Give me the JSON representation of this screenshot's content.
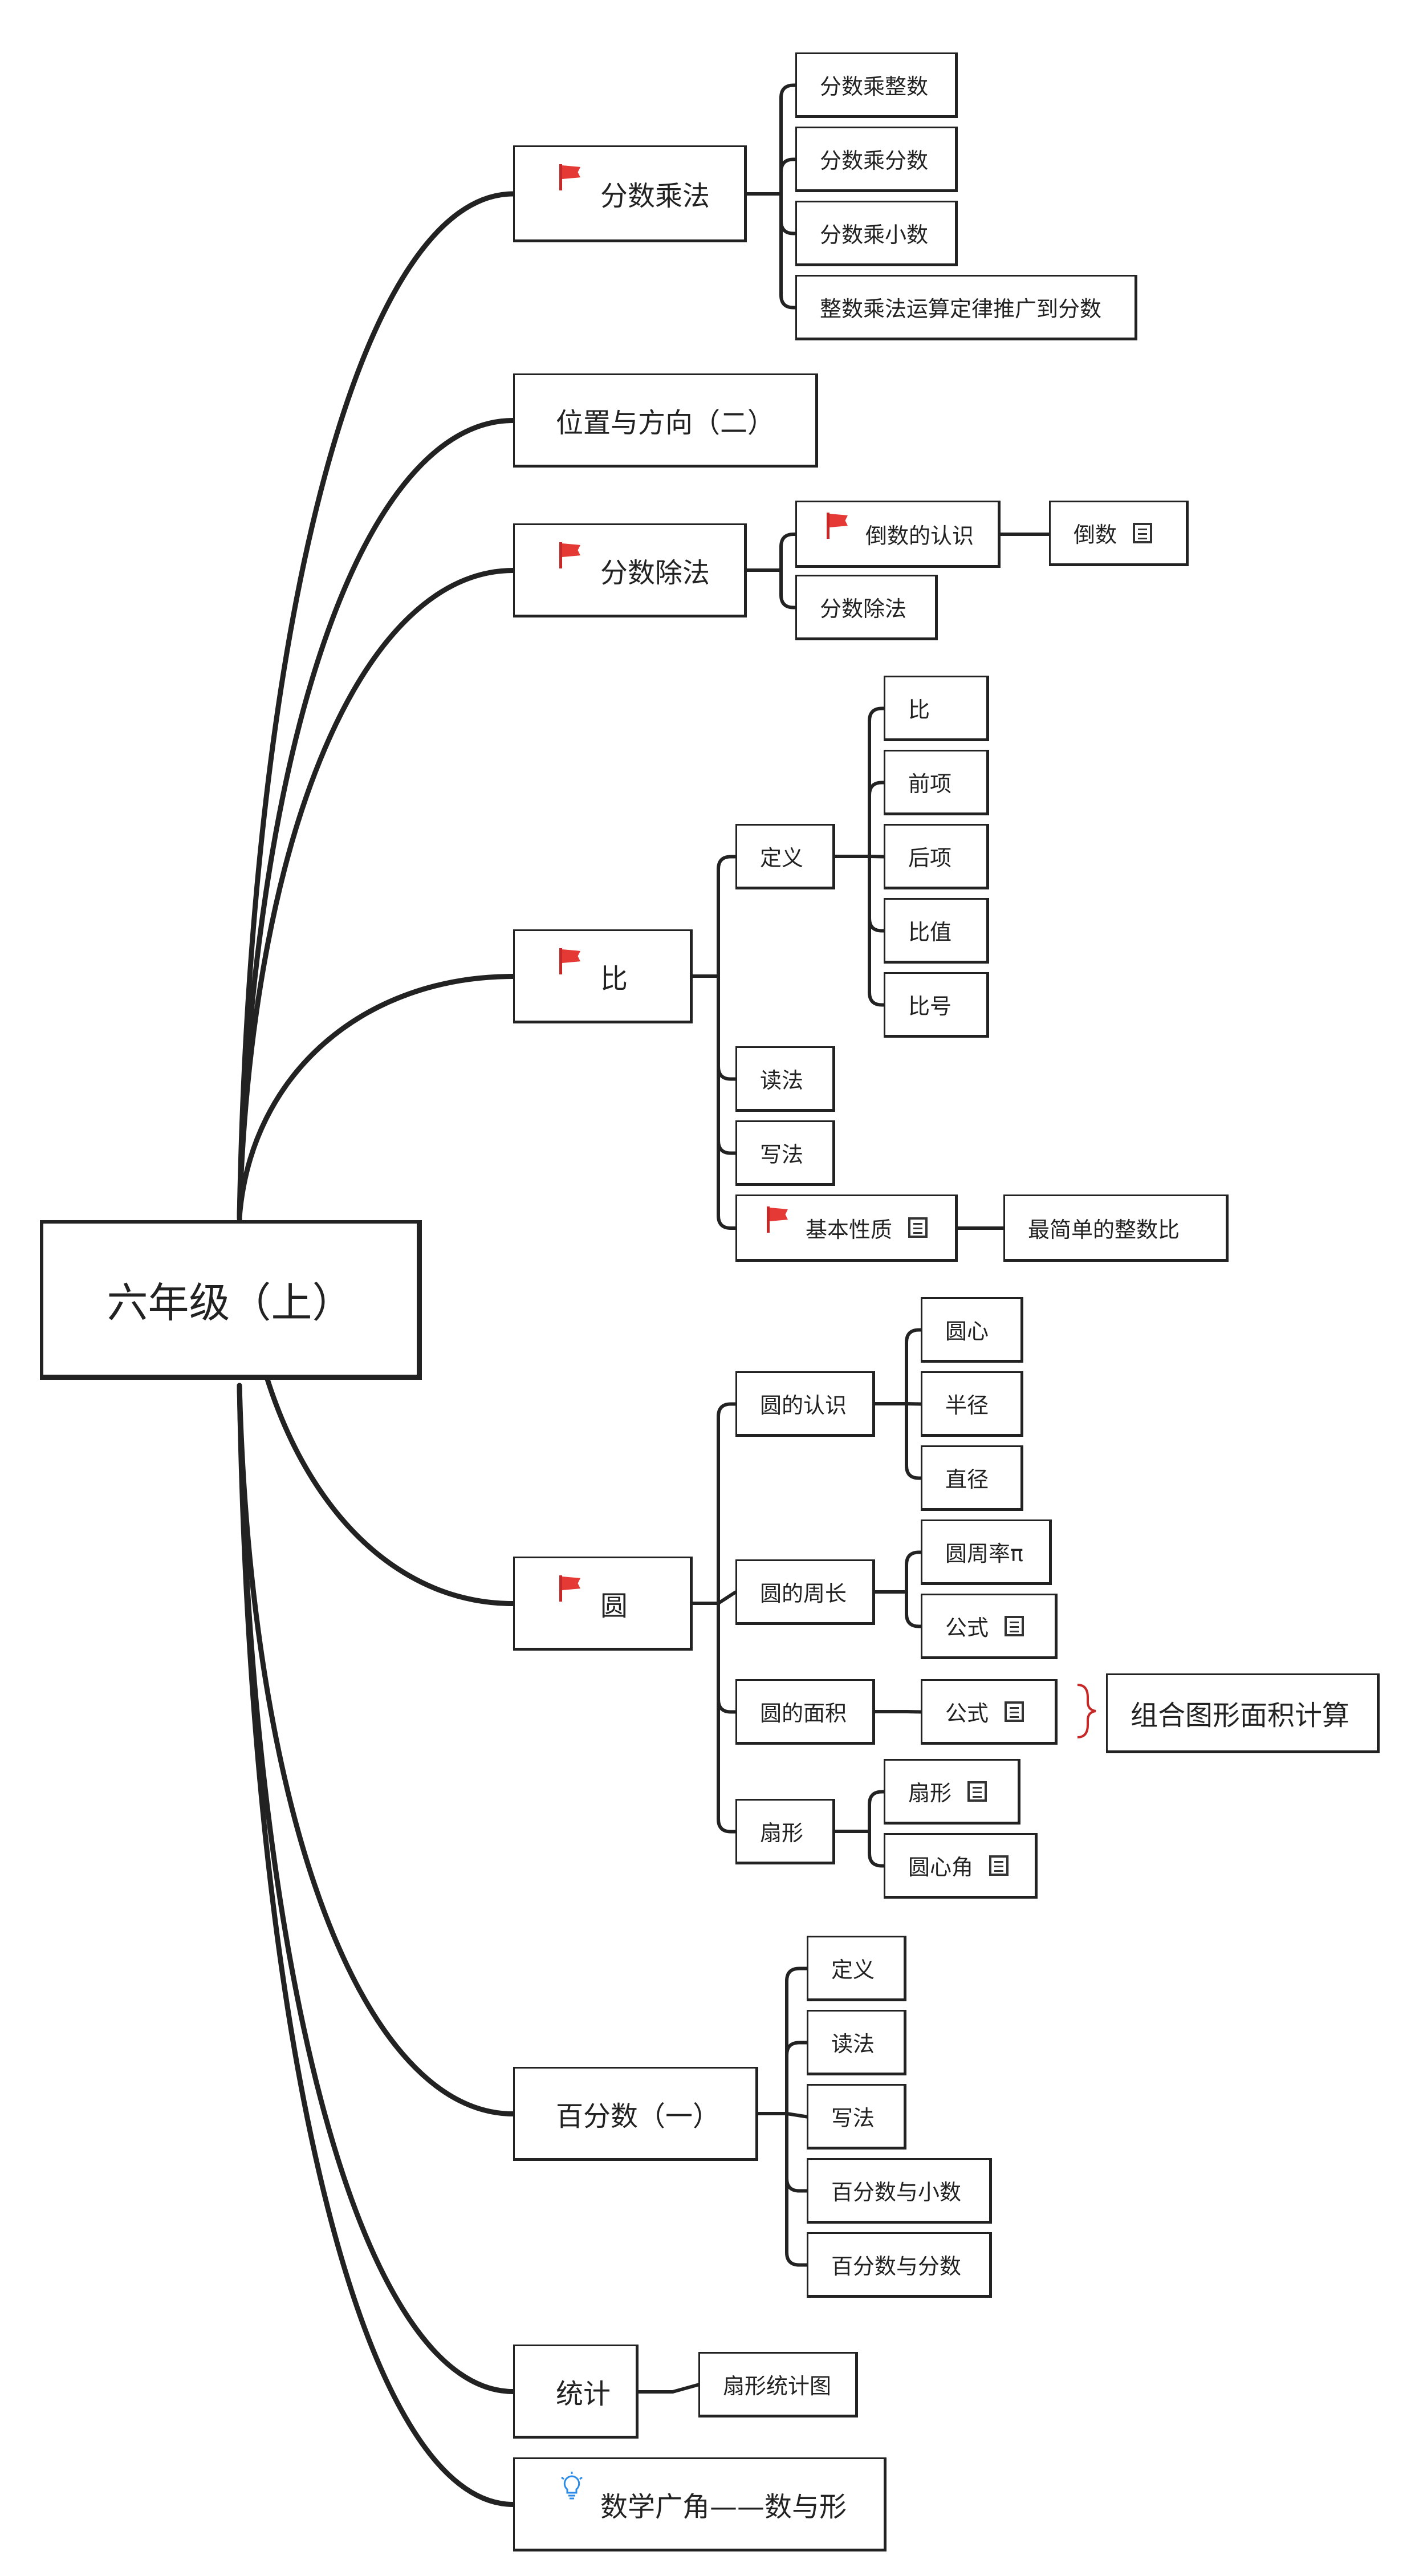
{
  "colors": {
    "ink": "#222222",
    "flag": "#e53935",
    "bracket": "#c62828",
    "bulb": "#2a8be8"
  },
  "icons": {
    "flag": "flag-icon",
    "note": "note-icon",
    "bulb": "lightbulb-icon"
  },
  "root": {
    "label": "六年级（上）"
  },
  "topics": [
    {
      "label": "分数乘法",
      "icon": "flag",
      "children": [
        {
          "label": "分数乘整数"
        },
        {
          "label": "分数乘分数"
        },
        {
          "label": "分数乘小数"
        },
        {
          "label": "整数乘法运算定律推广到分数"
        }
      ]
    },
    {
      "label": "位置与方向（二）",
      "children": []
    },
    {
      "label": "分数除法",
      "icon": "flag",
      "children": [
        {
          "label": "倒数的认识",
          "icon": "flag",
          "children": [
            {
              "label": "倒数",
              "note": true
            }
          ]
        },
        {
          "label": "分数除法"
        }
      ]
    },
    {
      "label": "比",
      "icon": "flag",
      "children": [
        {
          "label": "定义",
          "children": [
            {
              "label": "比"
            },
            {
              "label": "前项"
            },
            {
              "label": "后项"
            },
            {
              "label": "比值"
            },
            {
              "label": "比号"
            }
          ]
        },
        {
          "label": "读法"
        },
        {
          "label": "写法"
        },
        {
          "label": "基本性质",
          "icon": "flag",
          "note": true,
          "children": [
            {
              "label": "最简单的整数比"
            }
          ]
        }
      ]
    },
    {
      "label": "圆",
      "icon": "flag",
      "children": [
        {
          "label": "圆的认识",
          "children": [
            {
              "label": "圆心"
            },
            {
              "label": "半径"
            },
            {
              "label": "直径"
            }
          ]
        },
        {
          "label": "圆的周长",
          "children": [
            {
              "label": "圆周率π"
            },
            {
              "label": "公式",
              "note": true
            }
          ]
        },
        {
          "label": "圆的面积",
          "children": [
            {
              "label": "公式",
              "note": true
            }
          ],
          "summary": "组合图形面积计算"
        },
        {
          "label": "扇形",
          "children": [
            {
              "label": "扇形",
              "note": true
            },
            {
              "label": "圆心角",
              "note": true
            }
          ]
        }
      ]
    },
    {
      "label": "百分数（一）",
      "children": [
        {
          "label": "定义"
        },
        {
          "label": "读法"
        },
        {
          "label": "写法"
        },
        {
          "label": "百分数与小数"
        },
        {
          "label": "百分数与分数"
        }
      ]
    },
    {
      "label": "统计",
      "children": [
        {
          "label": "扇形统计图"
        }
      ]
    },
    {
      "label": "数学广角——数与形",
      "icon": "bulb",
      "children": []
    }
  ]
}
